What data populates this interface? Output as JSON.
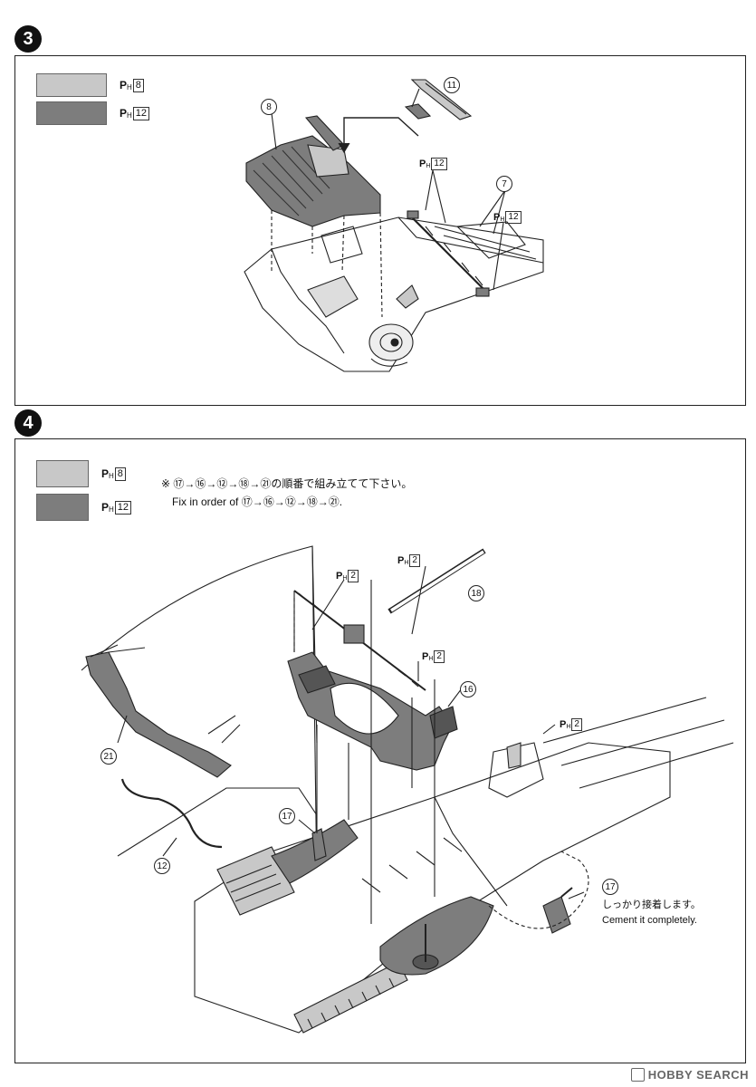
{
  "colors": {
    "light_gray": "#c8c8c8",
    "dark_gray": "#7d7d7d",
    "line": "#222222"
  },
  "step3": {
    "number": "3",
    "legend": [
      {
        "prefix": "P",
        "sub": "H",
        "num": "8",
        "swatch": "light_gray"
      },
      {
        "prefix": "P",
        "sub": "H",
        "num": "12",
        "swatch": "dark_gray"
      }
    ],
    "callouts": {
      "part8": "8",
      "part11": "11",
      "part7": "7"
    },
    "ph_tags": {
      "tag_a": "12",
      "tag_b": "12"
    }
  },
  "step4": {
    "number": "4",
    "legend": [
      {
        "prefix": "P",
        "sub": "H",
        "num": "8",
        "swatch": "light_gray"
      },
      {
        "prefix": "P",
        "sub": "H",
        "num": "12",
        "swatch": "dark_gray"
      }
    ],
    "note_jp": "※ ⑰→⑯→⑫→⑱→㉑の順番で組み立てて下さい。",
    "note_en": "Fix in order of ⑰→⑯→⑫→⑱→㉑.",
    "callouts": {
      "part18": "18",
      "part16": "16",
      "part21": "21",
      "part17a": "17",
      "part12": "12",
      "part17b": "17"
    },
    "ph_tags": {
      "tag_a": "2",
      "tag_b": "2",
      "tag_c": "2",
      "tag_d": "2"
    },
    "cement_jp": "しっかり接着します。",
    "cement_en": "Cement it completely."
  },
  "watermark": "HOBBY SEARCH"
}
